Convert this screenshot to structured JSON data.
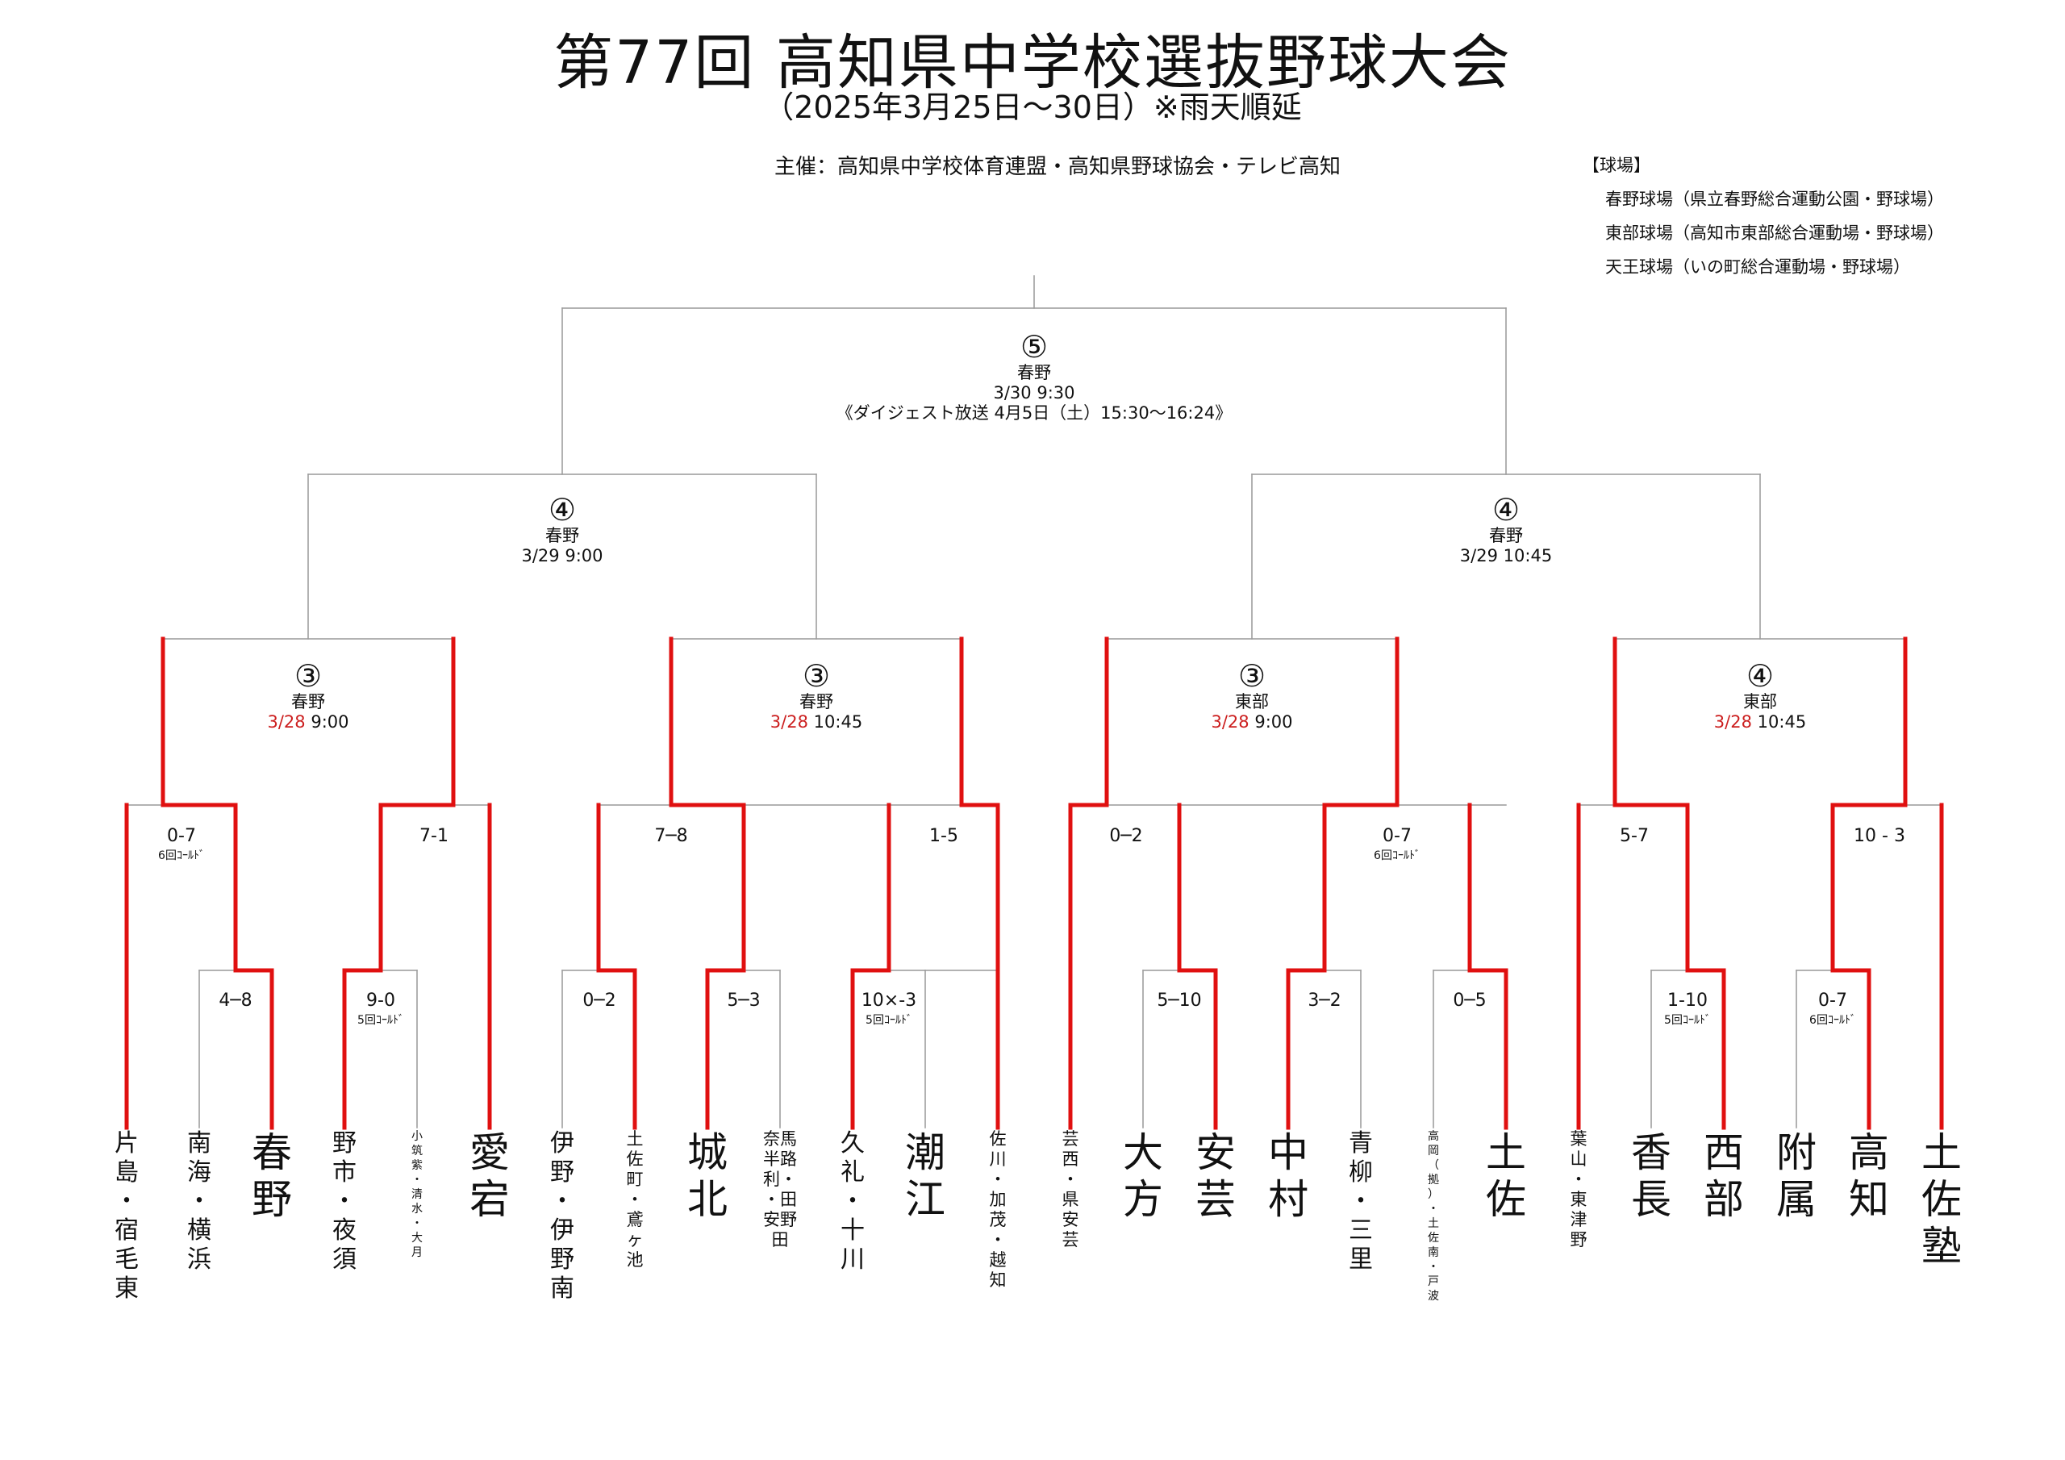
{
  "title": "第77回 高知県中学校選抜野球大会",
  "subtitle": "（2025年3月25日～30日）※雨天順延",
  "sponsor": "主催：高知県中学校体育連盟・高知県野球協会・テレビ高知",
  "venues": {
    "heading": "【球場】",
    "items": [
      "春野球場（県立春野総合運動公園・野球場）",
      "東部球場（高知市東部総合運動場・野球場）",
      "天王球場（いの町総合運動場・野球場）"
    ]
  },
  "matches": {
    "final": {
      "num": "⑤",
      "venue": "春野",
      "date": "3/30",
      "time": "9:30",
      "broadcast": "《ダイジェスト放送 4月5日（土）15:30～16:24》"
    },
    "semi_left": {
      "num": "④",
      "venue": "春野",
      "date": "3/29",
      "time": "9:00"
    },
    "semi_right": {
      "num": "④",
      "venue": "春野",
      "date": "3/29",
      "time": "10:45"
    },
    "qf1": {
      "num": "③",
      "venue": "春野",
      "date": "3/28",
      "time": "9:00"
    },
    "qf2": {
      "num": "③",
      "venue": "春野",
      "date": "3/28",
      "time": "10:45"
    },
    "qf3": {
      "num": "③",
      "venue": "東部",
      "date": "3/28",
      "time": "9:00"
    },
    "qf4": {
      "num": "④",
      "venue": "東部",
      "date": "3/28",
      "time": "10:45"
    }
  },
  "scores": {
    "r2_a": {
      "score": "0-7",
      "note": "6回ｺｰﾙﾄﾞ"
    },
    "r2_b": {
      "score": "7-1",
      "note": ""
    },
    "r2_c": {
      "score": "7─8",
      "note": ""
    },
    "r2_d": {
      "score": "1-5",
      "note": ""
    },
    "r2_e": {
      "score": "0─2",
      "note": ""
    },
    "r2_f": {
      "score": "0-7",
      "note": "6回ｺｰﾙﾄﾞ"
    },
    "r2_g": {
      "score": "5-7",
      "note": ""
    },
    "r2_h": {
      "score": "10 - 3",
      "note": ""
    },
    "r1_a": {
      "score": "4─8",
      "note": ""
    },
    "r1_b": {
      "score": "9-0",
      "note": "5回ｺｰﾙﾄﾞ"
    },
    "r1_c": {
      "score": "0─2",
      "note": ""
    },
    "r1_d": {
      "score": "5─3",
      "note": ""
    },
    "r1_e": {
      "score": "10×-3",
      "note": "5回ｺｰﾙﾄﾞ"
    },
    "r1_f": {
      "score": "5─10",
      "note": ""
    },
    "r1_g": {
      "score": "3─2",
      "note": ""
    },
    "r1_h": {
      "score": "0─5",
      "note": ""
    },
    "r1_i": {
      "score": "1-10",
      "note": "5回ｺｰﾙﾄﾞ"
    },
    "r1_j": {
      "score": "0-7",
      "note": "6回ｺｰﾙﾄﾞ"
    }
  },
  "teams": [
    {
      "name": "片島・宿毛東",
      "size": "md"
    },
    {
      "name": "南海・横浜",
      "size": "md"
    },
    {
      "name": "春野",
      "size": "lg"
    },
    {
      "name": "野市・夜須",
      "size": "md"
    },
    {
      "name": "小筑紫・清水・大月",
      "size": "xs"
    },
    {
      "name": "愛宕",
      "size": "lg"
    },
    {
      "name": "伊野・伊野南",
      "size": "md"
    },
    {
      "name": "土佐町・鳶ヶ池",
      "size": "sm"
    },
    {
      "name": "城北",
      "size": "lg"
    },
    {
      "name": "奈半利・安田・馬路・田野",
      "size": "sm"
    },
    {
      "name": "久礼・十川",
      "size": "md"
    },
    {
      "name": "潮江",
      "size": "lg"
    },
    {
      "name": "佐川・加茂・越知",
      "size": "sm"
    },
    {
      "name": "芸西・県安芸",
      "size": "sm"
    },
    {
      "name": "大方",
      "size": "lg"
    },
    {
      "name": "安芸",
      "size": "lg"
    },
    {
      "name": "中村",
      "size": "lg"
    },
    {
      "name": "青柳・三里",
      "size": "md"
    },
    {
      "name": "高岡（拠）・土佐南・戸波",
      "size": "xs"
    },
    {
      "name": "土佐",
      "size": "lg"
    },
    {
      "name": "葉山・東津野",
      "size": "sm"
    },
    {
      "name": "香長",
      "size": "lg"
    },
    {
      "name": "西部",
      "size": "lg"
    },
    {
      "name": "附属",
      "size": "lg"
    },
    {
      "name": "高知",
      "size": "lg"
    },
    {
      "name": "土佐塾",
      "size": "lg"
    }
  ],
  "colors": {
    "winner_line": "#e01010",
    "bracket_line": "#999999",
    "date_red": "#cc1f1f"
  }
}
